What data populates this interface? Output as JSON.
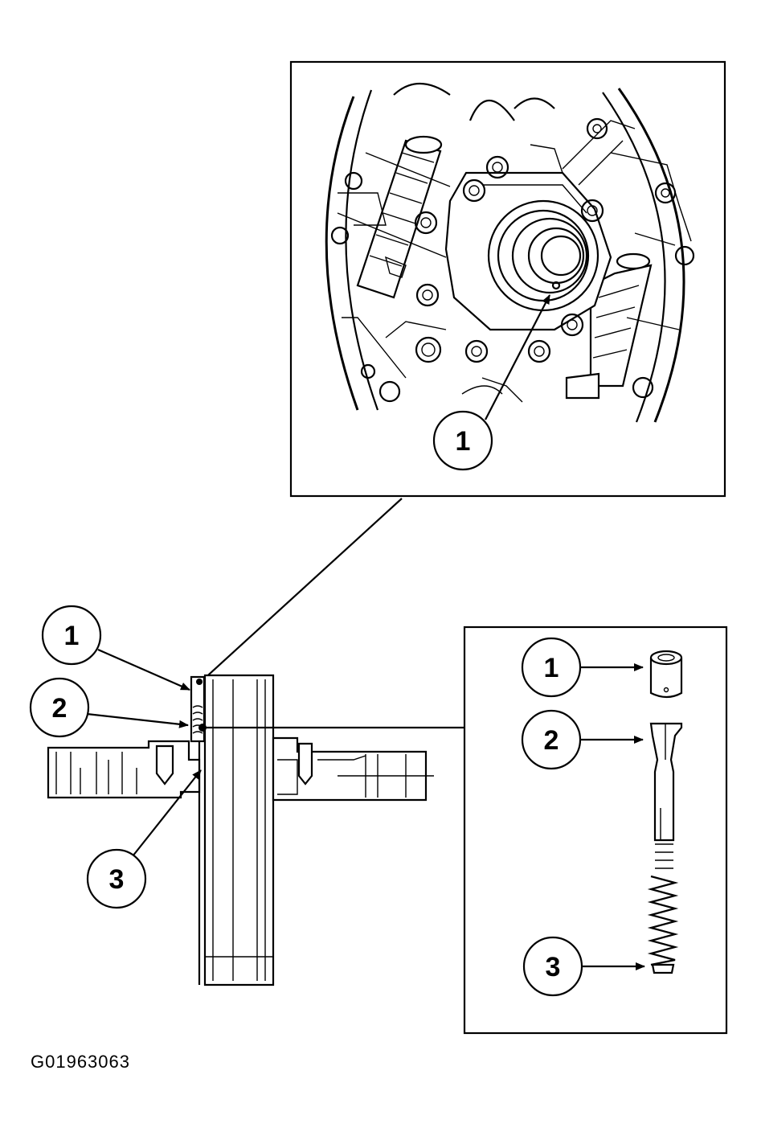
{
  "figure": {
    "figure_id": "G01963063"
  },
  "callouts": {
    "top_detail": [
      "1"
    ],
    "left_section": [
      "1",
      "2",
      "3"
    ],
    "right_detail": [
      "1",
      "2",
      "3"
    ]
  },
  "colors": {
    "ink": "#000000",
    "paper": "#ffffff"
  }
}
